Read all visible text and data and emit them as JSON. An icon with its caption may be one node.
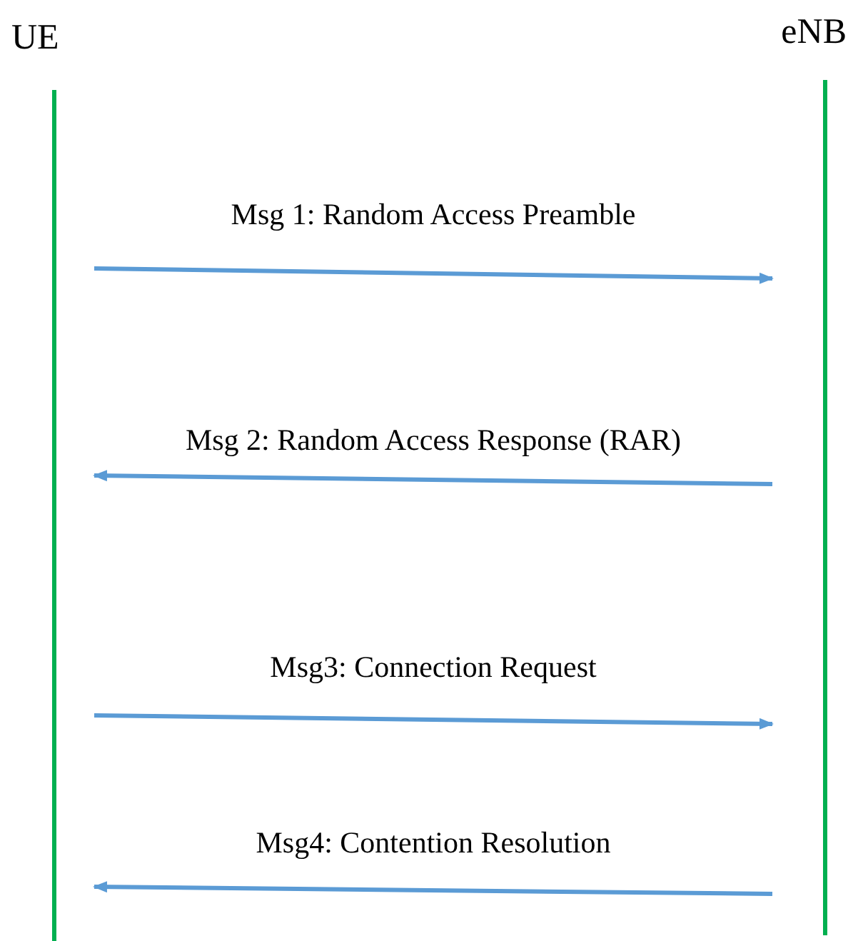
{
  "diagram": {
    "nodes": [
      {
        "text": [
          "UE"
        ]
      },
      {
        "text": [
          "eNB"
        ]
      }
    ],
    "edges": [
      {
        "from": 0,
        "to": 1,
        "arrow": "to",
        "label": "Msg 1: Random Access Preamble"
      },
      {
        "from": 1,
        "to": 0,
        "arrow": "to",
        "label": "Msg 2: Random Access Response (RAR)"
      },
      {
        "from": 0,
        "to": 1,
        "arrow": "to",
        "label": "Msg3: Connection Request"
      },
      {
        "from": 1,
        "to": 0,
        "arrow": "to",
        "label": "Msg4: Contention Resolution"
      }
    ]
  }
}
